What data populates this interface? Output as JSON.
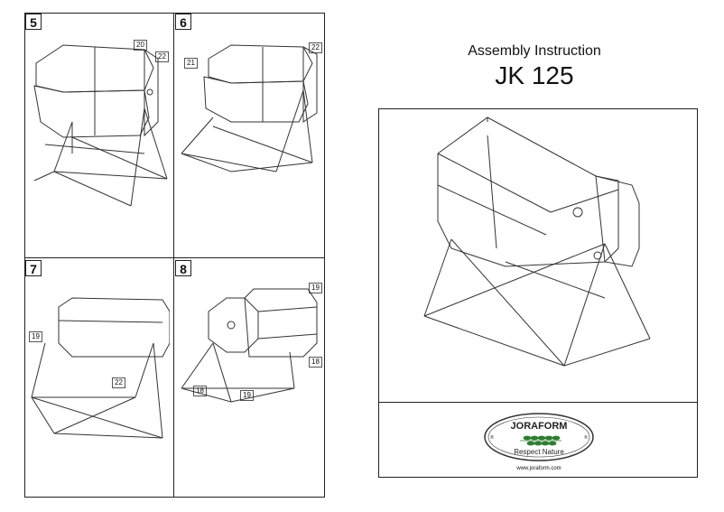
{
  "steps": [
    {
      "number": "5",
      "callouts": [
        "20",
        "22"
      ]
    },
    {
      "number": "6",
      "callouts": [
        "21",
        "22"
      ]
    },
    {
      "number": "7",
      "callouts": [
        "19",
        "22"
      ]
    },
    {
      "number": "8",
      "callouts": [
        "19",
        "18",
        "18",
        "19"
      ]
    }
  ],
  "cover": {
    "title_line1": "Assembly Instruction",
    "title_line2": "JK 125"
  },
  "logo": {
    "brand": "JORAFORM",
    "tagline": "Respect Nature",
    "website": "www.joraform.com",
    "registered_mark": "®",
    "brand_color": "#2e7d32"
  }
}
